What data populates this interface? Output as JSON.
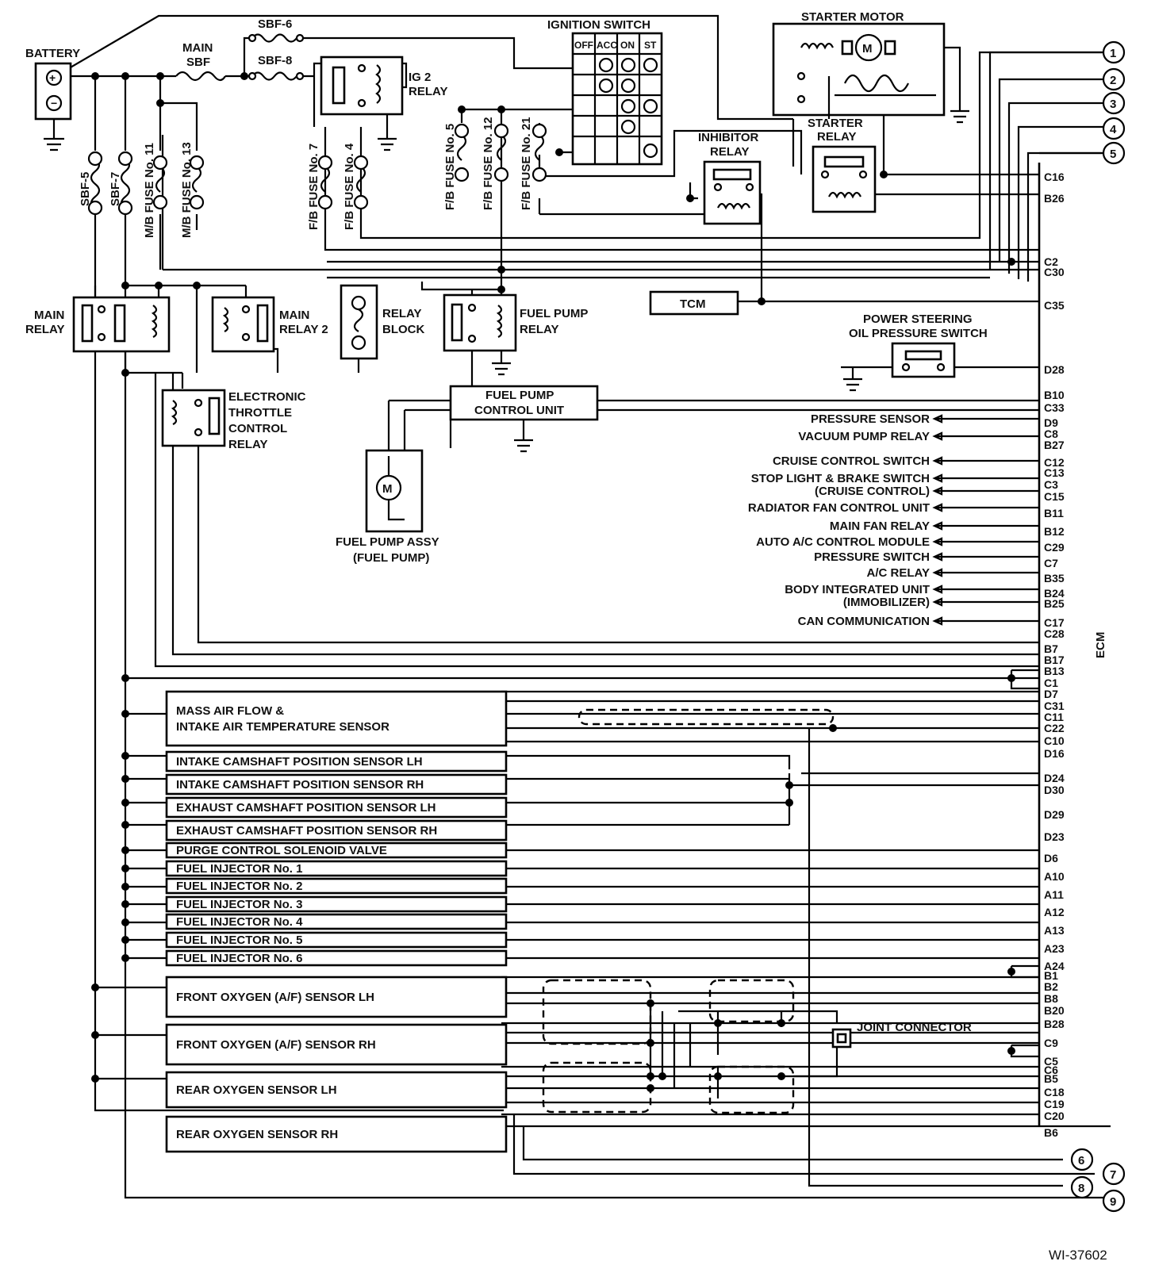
{
  "power": {
    "battery": "BATTERY",
    "main_sbf": [
      "MAIN",
      "SBF"
    ],
    "sbf6": "SBF-6",
    "sbf8": "SBF-8",
    "ig2_relay": [
      "IG 2",
      "RELAY"
    ],
    "ignition_switch": "IGNITION SWITCH",
    "ign_cols": [
      "OFF",
      "ACC",
      "ON",
      "ST"
    ],
    "starter_motor": "STARTER MOTOR",
    "starter_relay": [
      "STARTER",
      "RELAY"
    ],
    "inhibitor_relay": [
      "INHIBITOR",
      "RELAY"
    ],
    "tcm": "TCM",
    "motor_symbol": "M"
  },
  "fuses": {
    "sbf5": "SBF-5",
    "sbf7": "SBF-7",
    "mb11": "M/B FUSE No. 11",
    "mb13": "M/B FUSE No. 13",
    "fb7": "F/B FUSE No. 7",
    "fb4": "F/B FUSE No. 4",
    "fb5": "F/B FUSE No. 5",
    "fb12": "F/B FUSE No. 12",
    "fb21": "F/B FUSE No. 21"
  },
  "relays": {
    "main_relay": [
      "MAIN",
      "RELAY"
    ],
    "main_relay2": [
      "MAIN",
      "RELAY 2"
    ],
    "relay_block": [
      "RELAY",
      "BLOCK"
    ],
    "fuel_pump_relay": [
      "FUEL PUMP",
      "RELAY"
    ],
    "etc_relay": [
      "ELECTRONIC",
      "THROTTLE",
      "CONTROL",
      "RELAY"
    ],
    "fp_control_unit": [
      "FUEL PUMP",
      "CONTROL UNIT"
    ],
    "fuel_pump_assy": [
      "FUEL PUMP ASSY",
      "(FUEL PUMP)"
    ],
    "ps_switch": [
      "POWER STEERING",
      "OIL PRESSURE SWITCH"
    ]
  },
  "circled": [
    "1",
    "2",
    "3",
    "4",
    "5",
    "6",
    "7",
    "8",
    "9"
  ],
  "ecm_label": "ECM",
  "ecm_pins": [
    "C16",
    "B26",
    "C2",
    "C30",
    "C35",
    "D28",
    "B10",
    "C33",
    "D9",
    "C8",
    "B27",
    "C12",
    "C13",
    "C3",
    "C15",
    "B11",
    "B12",
    "C29",
    "C7",
    "B35",
    "B24",
    "B25",
    "C17",
    "C28",
    "B7",
    "B17",
    "B13",
    "C1",
    "D7",
    "C31",
    "C11",
    "C22",
    "C10",
    "D16",
    "D24",
    "D30",
    "D29",
    "D23",
    "D6",
    "A10",
    "A11",
    "A12",
    "A13",
    "A23",
    "A24",
    "B1",
    "B2",
    "B8",
    "B20",
    "B28",
    "C9",
    "C5",
    "C6",
    "B5",
    "C18",
    "C19",
    "C20",
    "B6"
  ],
  "signals": [
    [
      "PRESSURE SENSOR"
    ],
    [
      "VACUUM PUMP RELAY"
    ],
    [
      "CRUISE CONTROL SWITCH"
    ],
    [
      "STOP LIGHT & BRAKE SWITCH",
      "(CRUISE CONTROL)"
    ],
    [
      "RADIATOR FAN CONTROL UNIT"
    ],
    [
      "MAIN FAN RELAY"
    ],
    [
      "AUTO A/C CONTROL MODULE"
    ],
    [
      "PRESSURE SWITCH"
    ],
    [
      "A/C RELAY"
    ],
    [
      "BODY INTEGRATED UNIT",
      "(IMMOBILIZER)"
    ],
    [
      "CAN COMMUNICATION"
    ]
  ],
  "components": [
    [
      "MASS AIR FLOW &",
      "INTAKE AIR TEMPERATURE SENSOR"
    ],
    [
      "INTAKE CAMSHAFT POSITION SENSOR LH"
    ],
    [
      "INTAKE CAMSHAFT POSITION SENSOR RH"
    ],
    [
      "EXHAUST CAMSHAFT POSITION SENSOR LH"
    ],
    [
      "EXHAUST CAMSHAFT POSITION SENSOR RH"
    ],
    [
      "PURGE CONTROL SOLENOID VALVE"
    ],
    [
      "FUEL INJECTOR No. 1"
    ],
    [
      "FUEL INJECTOR No. 2"
    ],
    [
      "FUEL INJECTOR No. 3"
    ],
    [
      "FUEL INJECTOR No. 4"
    ],
    [
      "FUEL INJECTOR No. 5"
    ],
    [
      "FUEL INJECTOR No. 6"
    ],
    [
      "FRONT OXYGEN (A/F) SENSOR LH"
    ],
    [
      "FRONT OXYGEN (A/F) SENSOR RH"
    ],
    [
      "REAR OXYGEN SENSOR LH"
    ],
    [
      "REAR OXYGEN SENSOR RH"
    ]
  ],
  "joint_connector": "JOINT CONNECTOR",
  "figure_id": "WI-37602"
}
